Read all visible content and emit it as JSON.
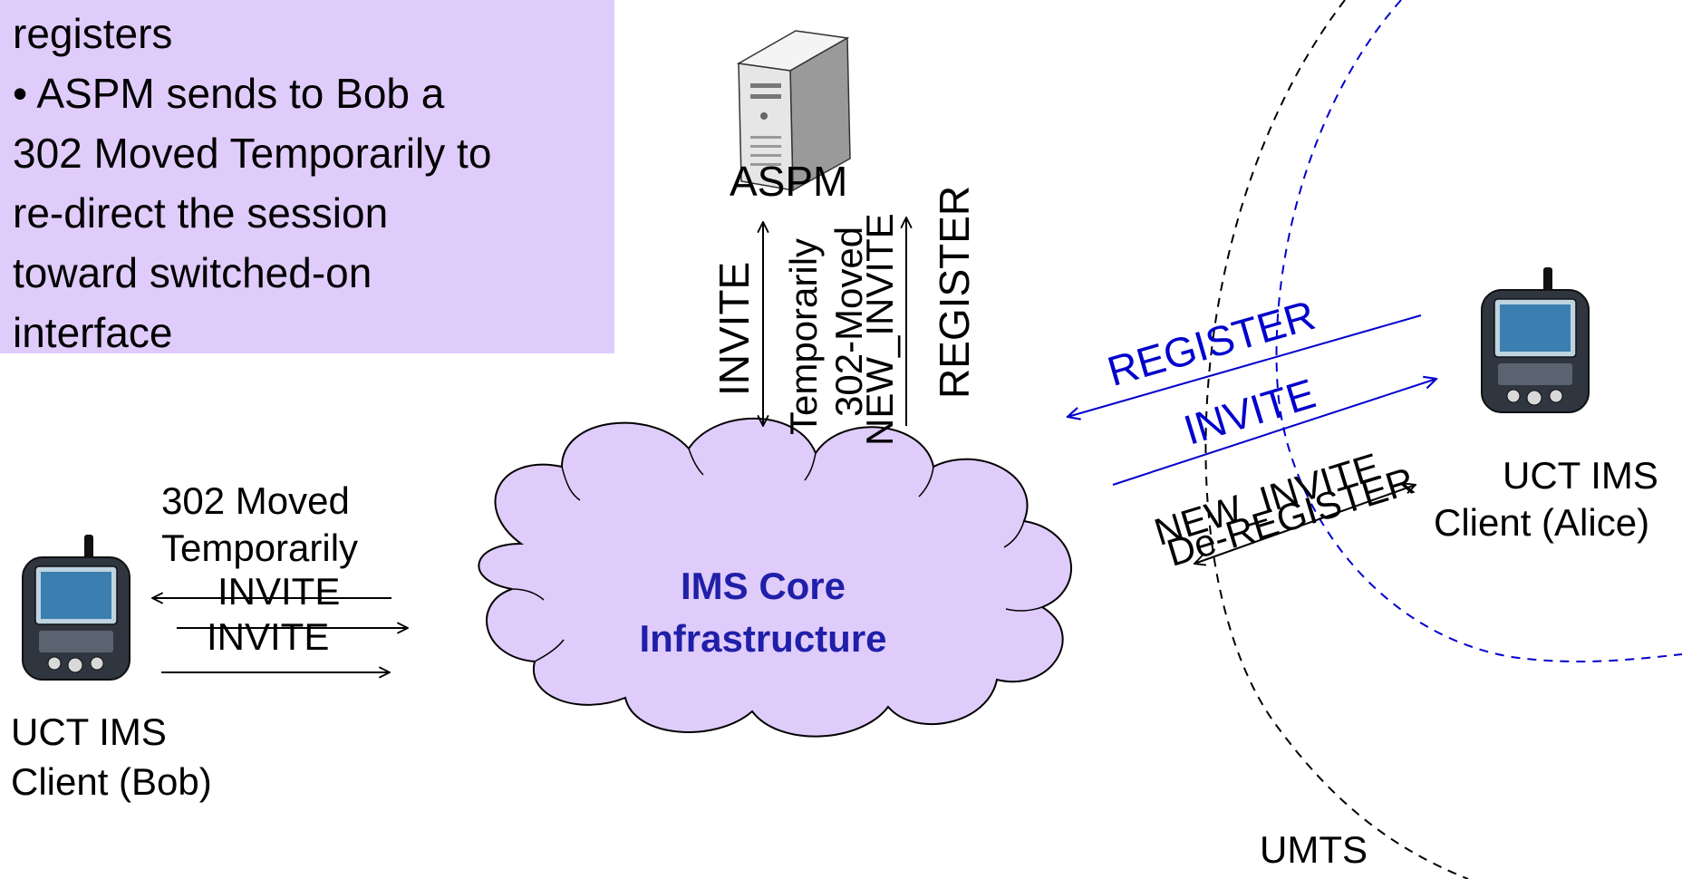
{
  "note": {
    "lines": [
      "registers",
      "• ASPM sends to Bob a",
      "302 Moved Temporarily to",
      "re-direct the session",
      "toward switched-on",
      "interface"
    ]
  },
  "aspm": {
    "label": "ASPM",
    "icon": "server-icon"
  },
  "aspm_links": {
    "invite": "INVITE",
    "temporarily": "Temporarily",
    "moved_302": "302-Moved",
    "new_invite": "NEW_INVITE",
    "register": "REGISTER"
  },
  "core": {
    "line1": "IMS Core",
    "line2": "Infrastructure",
    "fill": "#e0ccfb"
  },
  "bob": {
    "label_line1": "UCT IMS",
    "label_line2": "Client (Bob)",
    "icon": "pda-phone-icon",
    "msg_302_line1": "302 Moved",
    "msg_302_line2": "Temporarily",
    "msg_invite_1": "INVITE",
    "msg_invite_2": "INVITE"
  },
  "alice": {
    "label_line1": "UCT IMS",
    "label_line2": "Client (Alice)",
    "icon": "pda-phone-icon",
    "msg_register": "REGISTER",
    "msg_invite": "INVITE",
    "msg_new_invite": "NEW_INVITE",
    "msg_deregister": "De-REGISTER"
  },
  "networks": {
    "umts": "UMTS"
  },
  "colors": {
    "blue": "#0000cc",
    "lavender": "#e0ccfb",
    "dark_blue_text": "#1f1fa8"
  }
}
